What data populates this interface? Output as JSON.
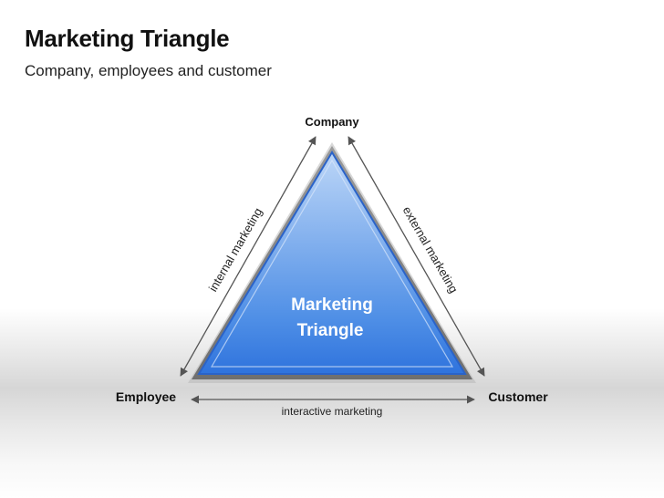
{
  "slide": {
    "title": "Marketing Triangle",
    "subtitle": "Company, employees and customer"
  },
  "diagram": {
    "center_label_line1": "Marketing",
    "center_label_line2": "Triangle",
    "vertices": {
      "top": "Company",
      "left": "Employee",
      "right": "Customer"
    },
    "edges": {
      "left": "internal marketing",
      "right": "external marketing",
      "bottom": "interactive marketing"
    },
    "colors": {
      "triangle_light": "#8fbaf2",
      "triangle_dark": "#2a6fdc",
      "triangle_edge": "#1f56b8",
      "center_text": "#ffffff",
      "arrow": "#555555",
      "band": "#d9d9d9"
    }
  }
}
